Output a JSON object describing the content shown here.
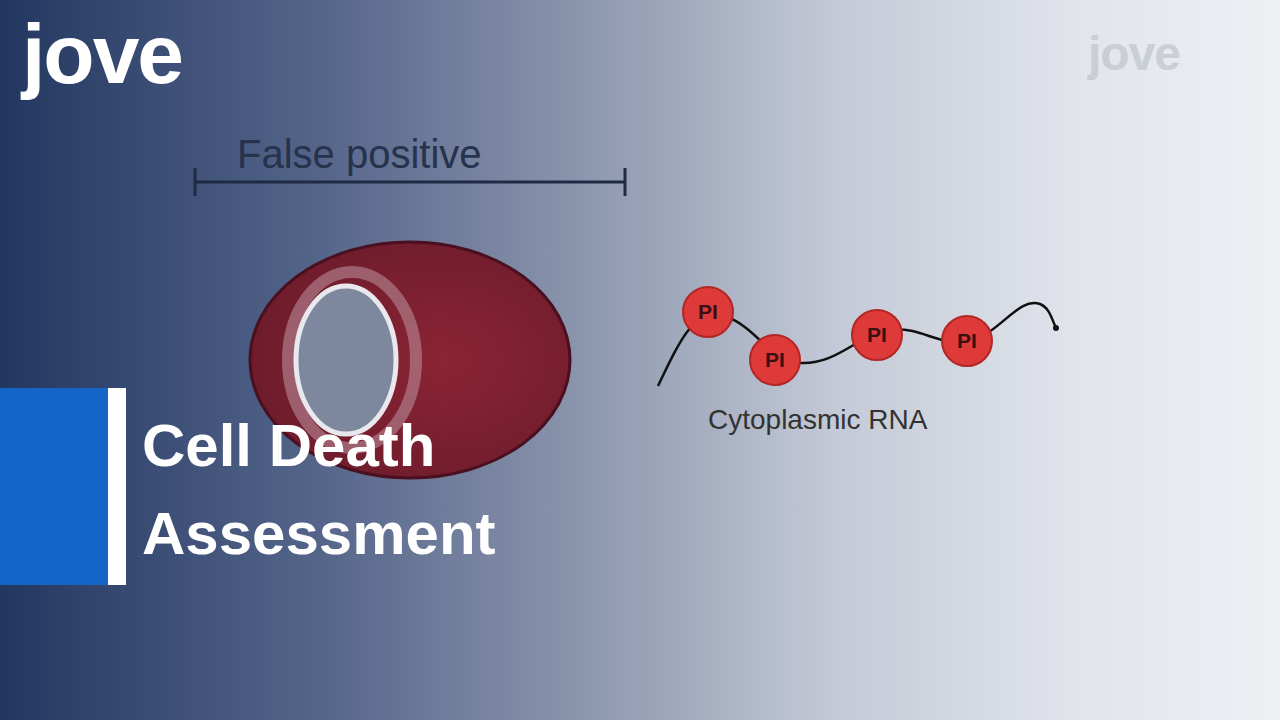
{
  "diagram": {
    "title": "Cell Death Assessment",
    "nodes": [
      {
        "text": [
          "PI"
        ]
      },
      {
        "text": [
          "PI"
        ]
      },
      {
        "text": [
          "PI"
        ]
      },
      {
        "text": [
          "PI"
        ]
      }
    ],
    "labels": [
      "jove",
      "jove",
      "False positive",
      "Cytoplasmic RNA"
    ]
  }
}
